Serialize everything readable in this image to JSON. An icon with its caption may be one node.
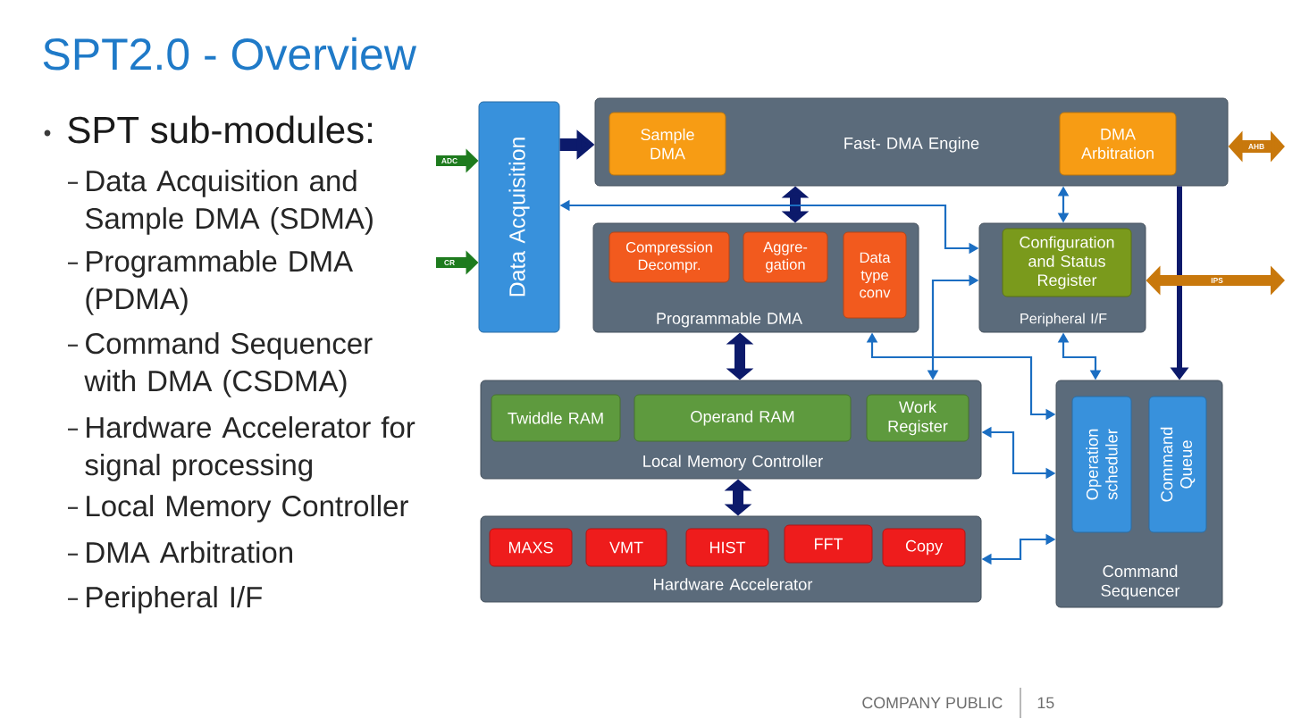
{
  "diagram": {
    "title": "SPT2.0 - Overview",
    "nodes": [
      {
        "text": [
          "Data Acquisition"
        ]
      },
      {
        "text": [
          "Fast- DMA Engine"
        ]
      },
      {
        "text": [
          "Sample DMA"
        ],
        "in": 1
      },
      {
        "text": [
          "DMA Arbitration"
        ],
        "in": 1
      },
      {
        "text": [
          "Programmable DMA"
        ]
      },
      {
        "text": [
          "Compression Decompr."
        ],
        "in": 4
      },
      {
        "text": [
          "Aggre- gation"
        ],
        "in": 4
      },
      {
        "text": [
          "Data type conv"
        ],
        "in": 4
      },
      {
        "text": [
          "Peripheral I/F"
        ]
      },
      {
        "text": [
          "Configuration and Status Register"
        ],
        "in": 8
      },
      {
        "text": [
          "Local Memory Controller"
        ]
      },
      {
        "text": [
          "Twiddle RAM"
        ],
        "in": 10
      },
      {
        "text": [
          "Operand RAM"
        ],
        "in": 10
      },
      {
        "text": [
          "Work Register"
        ],
        "in": 10
      },
      {
        "text": [
          "Hardware Accelerator"
        ]
      },
      {
        "text": [
          "MAXS"
        ],
        "in": 14
      },
      {
        "text": [
          "VMT"
        ],
        "in": 14
      },
      {
        "text": [
          "HIST"
        ],
        "in": 14
      },
      {
        "text": [
          "FFT"
        ],
        "in": 14
      },
      {
        "text": [
          "Copy"
        ],
        "in": 14
      },
      {
        "text": [
          "Command Sequencer"
        ]
      },
      {
        "text": [
          "Operation scheduler"
        ],
        "in": 20
      },
      {
        "text": [
          "Command Queue"
        ],
        "in": 20
      }
    ],
    "edges": [
      {
        "from": null,
        "to": 0,
        "arrow": "to",
        "label": "ADC",
        "style": "thick",
        "color": "#1e7b1e"
      },
      {
        "from": null,
        "to": 0,
        "arrow": "to",
        "label": "CR",
        "style": "thick",
        "color": "#1e7b1e"
      },
      {
        "from": 0,
        "to": 1,
        "arrow": "to",
        "style": "thick",
        "color": "#0c1a6b"
      },
      {
        "from": 1,
        "to": null,
        "arrow": "both",
        "label": "AHB",
        "style": "thick",
        "color": "#c8780c"
      },
      {
        "from": 1,
        "to": 4,
        "arrow": "both",
        "style": "thick",
        "color": "#0c1a6b"
      },
      {
        "from": 0,
        "to": 8,
        "arrow": "both"
      },
      {
        "from": 1,
        "to": 8,
        "arrow": "both"
      },
      {
        "from": 1,
        "to": 20,
        "arrow": "to",
        "color": "#0c1a6b"
      },
      {
        "from": 8,
        "to": null,
        "arrow": "both",
        "label": "IPS",
        "style": "thick",
        "color": "#c8780c"
      },
      {
        "from": 8,
        "to": 10,
        "arrow": "both"
      },
      {
        "from": 4,
        "to": 20,
        "arrow": "both"
      },
      {
        "from": 8,
        "to": 20,
        "arrow": "both"
      },
      {
        "from": 4,
        "to": 10,
        "arrow": "both",
        "style": "thick",
        "color": "#0c1a6b"
      },
      {
        "from": 10,
        "to": 20,
        "arrow": "both"
      },
      {
        "from": 10,
        "to": 14,
        "arrow": "both",
        "style": "thick",
        "color": "#0c1a6b"
      },
      {
        "from": 14,
        "to": 20,
        "arrow": "both"
      }
    ],
    "labels": [
      "SPT sub-modules:",
      "Data Acquisition and Sample DMA (SDMA)",
      "Programmable DMA (PDMA)",
      "Command Sequencer with DMA (CSDMA)",
      "Hardware Accelerator for signal processing",
      "Local Memory Controller",
      "DMA Arbitration",
      "Peripheral I/F",
      "COMPANY PUBLIC",
      "15"
    ]
  }
}
